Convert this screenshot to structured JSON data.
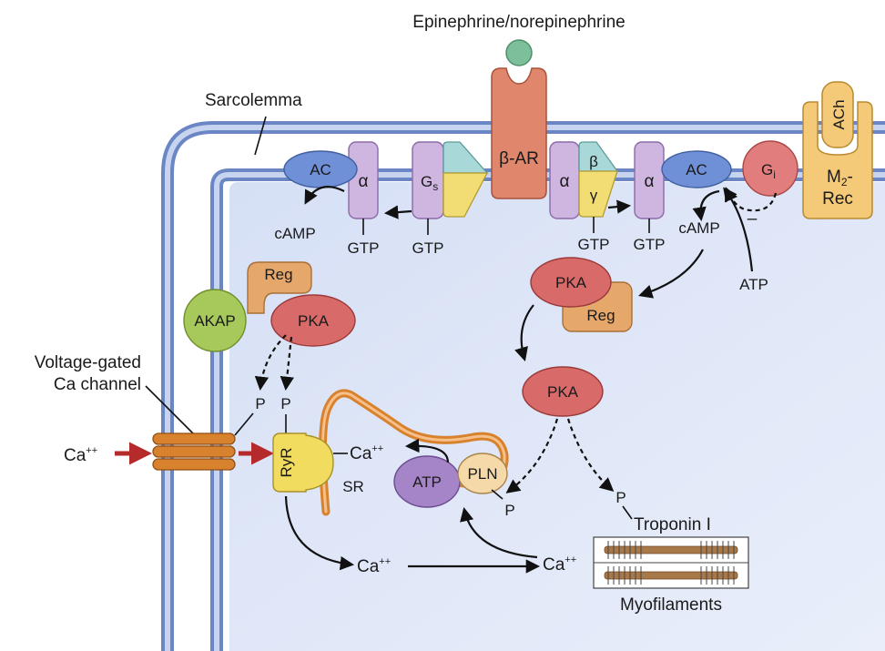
{
  "labels": {
    "ligand": "Epinephrine/norepinephrine",
    "sarcolemma": "Sarcolemma",
    "beta_ar": "β-AR",
    "ac_left": "AC",
    "ac_right": "AC",
    "alpha_left": "α",
    "alpha_mid": "α",
    "alpha_right": "α",
    "beta_sub": "β",
    "gamma_sub": "γ",
    "gs": "G",
    "gs_sub": "s",
    "gi": "G",
    "gi_sub": "i",
    "camp_left": "cAMP",
    "camp_right": "cAMP",
    "gtp_1": "GTP",
    "gtp_2": "GTP",
    "gtp_3": "GTP",
    "gtp_4": "GTP",
    "atp_top": "ATP",
    "minus": "–",
    "ach": "ACh",
    "m2_line1": "M",
    "m2_sub": "2",
    "m2_dash": "-",
    "m2_line2": "Rec",
    "reg_left": "Reg",
    "reg_right": "Reg",
    "akap": "AKAP",
    "pka_left": "PKA",
    "pka_right_top": "PKA",
    "pka_center": "PKA",
    "vgcc_line1": "Voltage-gated",
    "vgcc_line2": "Ca channel",
    "ca_in": "Ca",
    "ca_sup": "++",
    "p_1": "P",
    "p_2": "P",
    "p_3": "P",
    "p_4": "P",
    "ryr": "RyR",
    "sr": "SR",
    "atp_sr": "ATP",
    "pln": "PLN",
    "ca_sr": "Ca",
    "ca_bottom_mid": "Ca",
    "ca_bottom_right": "Ca",
    "troponin": "Troponin I",
    "myofilaments": "Myofilaments"
  },
  "colors": {
    "membrane": "#8fa8d8",
    "cytoplasm": "#dde6f7",
    "ac": "#6f8fd6",
    "alpha": "#cfb6e0",
    "beta": "#a9d8d8",
    "gamma": "#f2dc74",
    "beta_ar": "#e0866c",
    "ligand": "#7dbf9a",
    "gi": "#e27d7d",
    "m2": "#f4c978",
    "pka": "#d96a6a",
    "reg": "#e6a86a",
    "akap": "#a7c95b",
    "ryr": "#f2dc60",
    "atp_sr": "#a585c8",
    "pln": "#f6d9a8",
    "sr": "#d9822e",
    "channel": "#d9822e",
    "ca_arrow": "#b52a2a",
    "myo_bar": "#a87848"
  }
}
